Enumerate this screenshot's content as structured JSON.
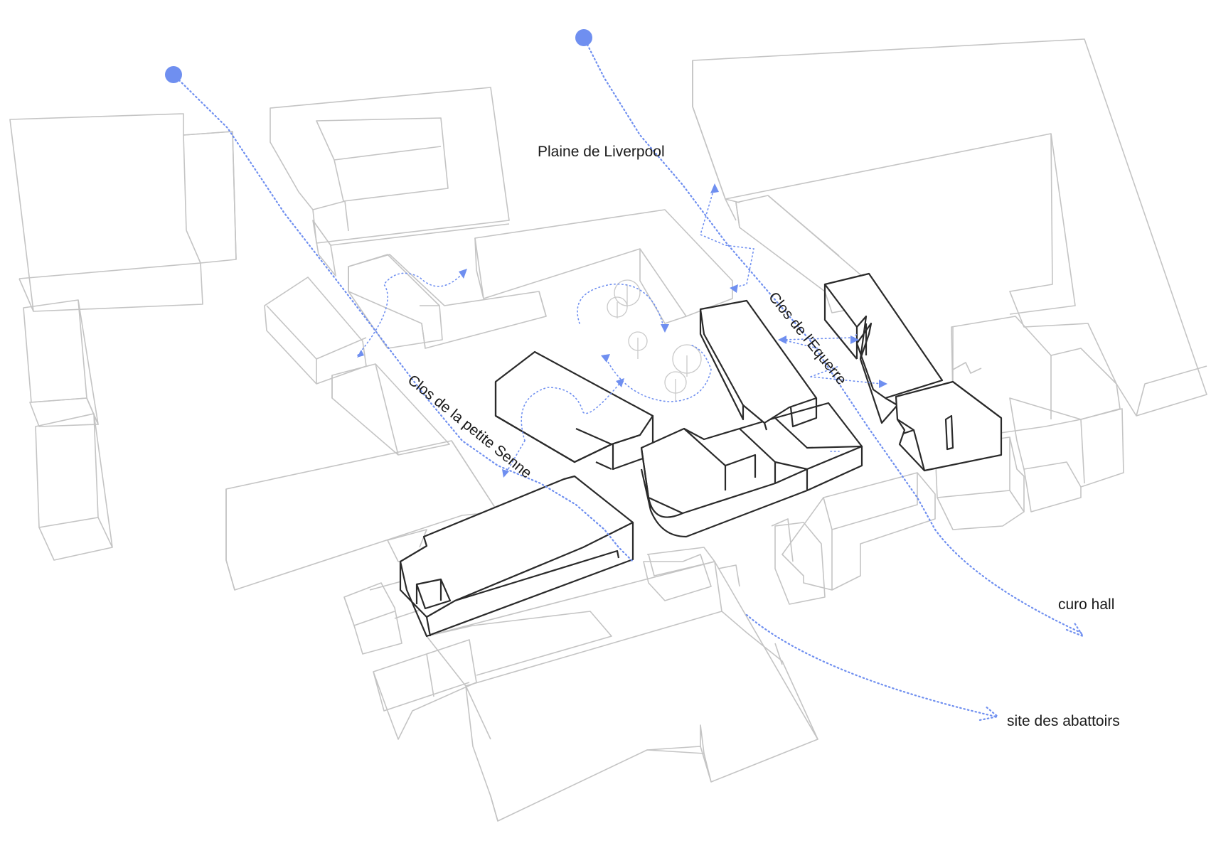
{
  "labels": {
    "plaine": "Plaine de Liverpool",
    "clos_equerre": "Clos de l'Equerre",
    "clos_senne": "Clos de la petite Senne",
    "curo_hall": "curo hall",
    "abattoirs": "site des abattoirs"
  },
  "colors": {
    "accent": "#6f8ff0",
    "context_stroke": "#c4c4c4",
    "project_stroke": "#2a2a2a",
    "background": "#ffffff"
  },
  "icons": {
    "entry_point": "dot-marker-icon",
    "direction": "arrow-head-icon"
  }
}
